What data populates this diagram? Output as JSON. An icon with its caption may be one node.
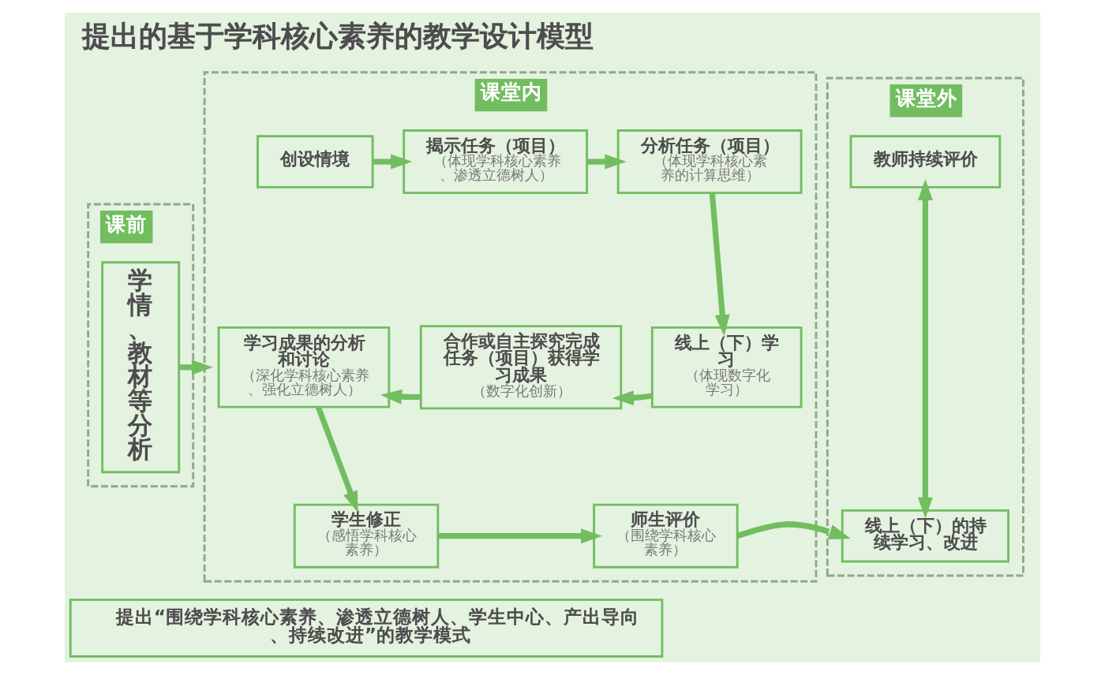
{
  "diagram": {
    "title": "提出的基于学科核心素养的教学设计模型",
    "nodes": [
      {
        "text": [
          "课前"
        ]
      },
      {
        "text": [
          "学情、教材等分析"
        ],
        "in": 0
      },
      {
        "text": [
          "课堂内"
        ]
      },
      {
        "text": [
          "创设情境"
        ],
        "in": 2
      },
      {
        "text": [
          "揭示任务（项目）",
          "（体现学科核心素养、渗透立德树人）"
        ],
        "in": 2
      },
      {
        "text": [
          "分析任务（项目）",
          "（体现学科核心素养的计算思维）"
        ],
        "in": 2
      },
      {
        "text": [
          "学习成果的分析和讨论",
          "（深化学科核心素养、强化立德树人）"
        ],
        "in": 2
      },
      {
        "text": [
          "合作或自主探究完成任务（项目）获得学习成果",
          "（数字化创新）"
        ],
        "in": 2
      },
      {
        "text": [
          "线上（下）学习",
          "（体现数字化学习）"
        ],
        "in": 2
      },
      {
        "text": [
          "学生修正",
          "（感悟学科核心素养）"
        ],
        "in": 2
      },
      {
        "text": [
          "师生评价",
          "（围绕学科核心素养）"
        ],
        "in": 2
      },
      {
        "text": [
          "课堂外"
        ]
      },
      {
        "text": [
          "教师持续评价"
        ],
        "in": 11
      },
      {
        "text": [
          "线上（下）的持续学习、改进"
        ],
        "in": 11
      },
      {
        "text": [
          "提出“围绕学科核心素养、渗透立德树人、学生中心、产出导向、持续改进”的教学模式"
        ]
      }
    ],
    "edges": [
      {
        "from": 1,
        "to": 2,
        "arrow": "to"
      },
      {
        "from": 3,
        "to": 4,
        "arrow": "to"
      },
      {
        "from": 4,
        "to": 5,
        "arrow": "to"
      },
      {
        "from": 5,
        "to": 8,
        "arrow": "to"
      },
      {
        "from": 8,
        "to": 7,
        "arrow": "to"
      },
      {
        "from": 7,
        "to": 6,
        "arrow": "to"
      },
      {
        "from": 6,
        "to": 9,
        "arrow": "to"
      },
      {
        "from": 9,
        "to": 10,
        "arrow": "to"
      },
      {
        "from": 10,
        "to": 13,
        "arrow": "to"
      },
      {
        "from": 12,
        "to": 13,
        "arrow": "both"
      }
    ]
  }
}
